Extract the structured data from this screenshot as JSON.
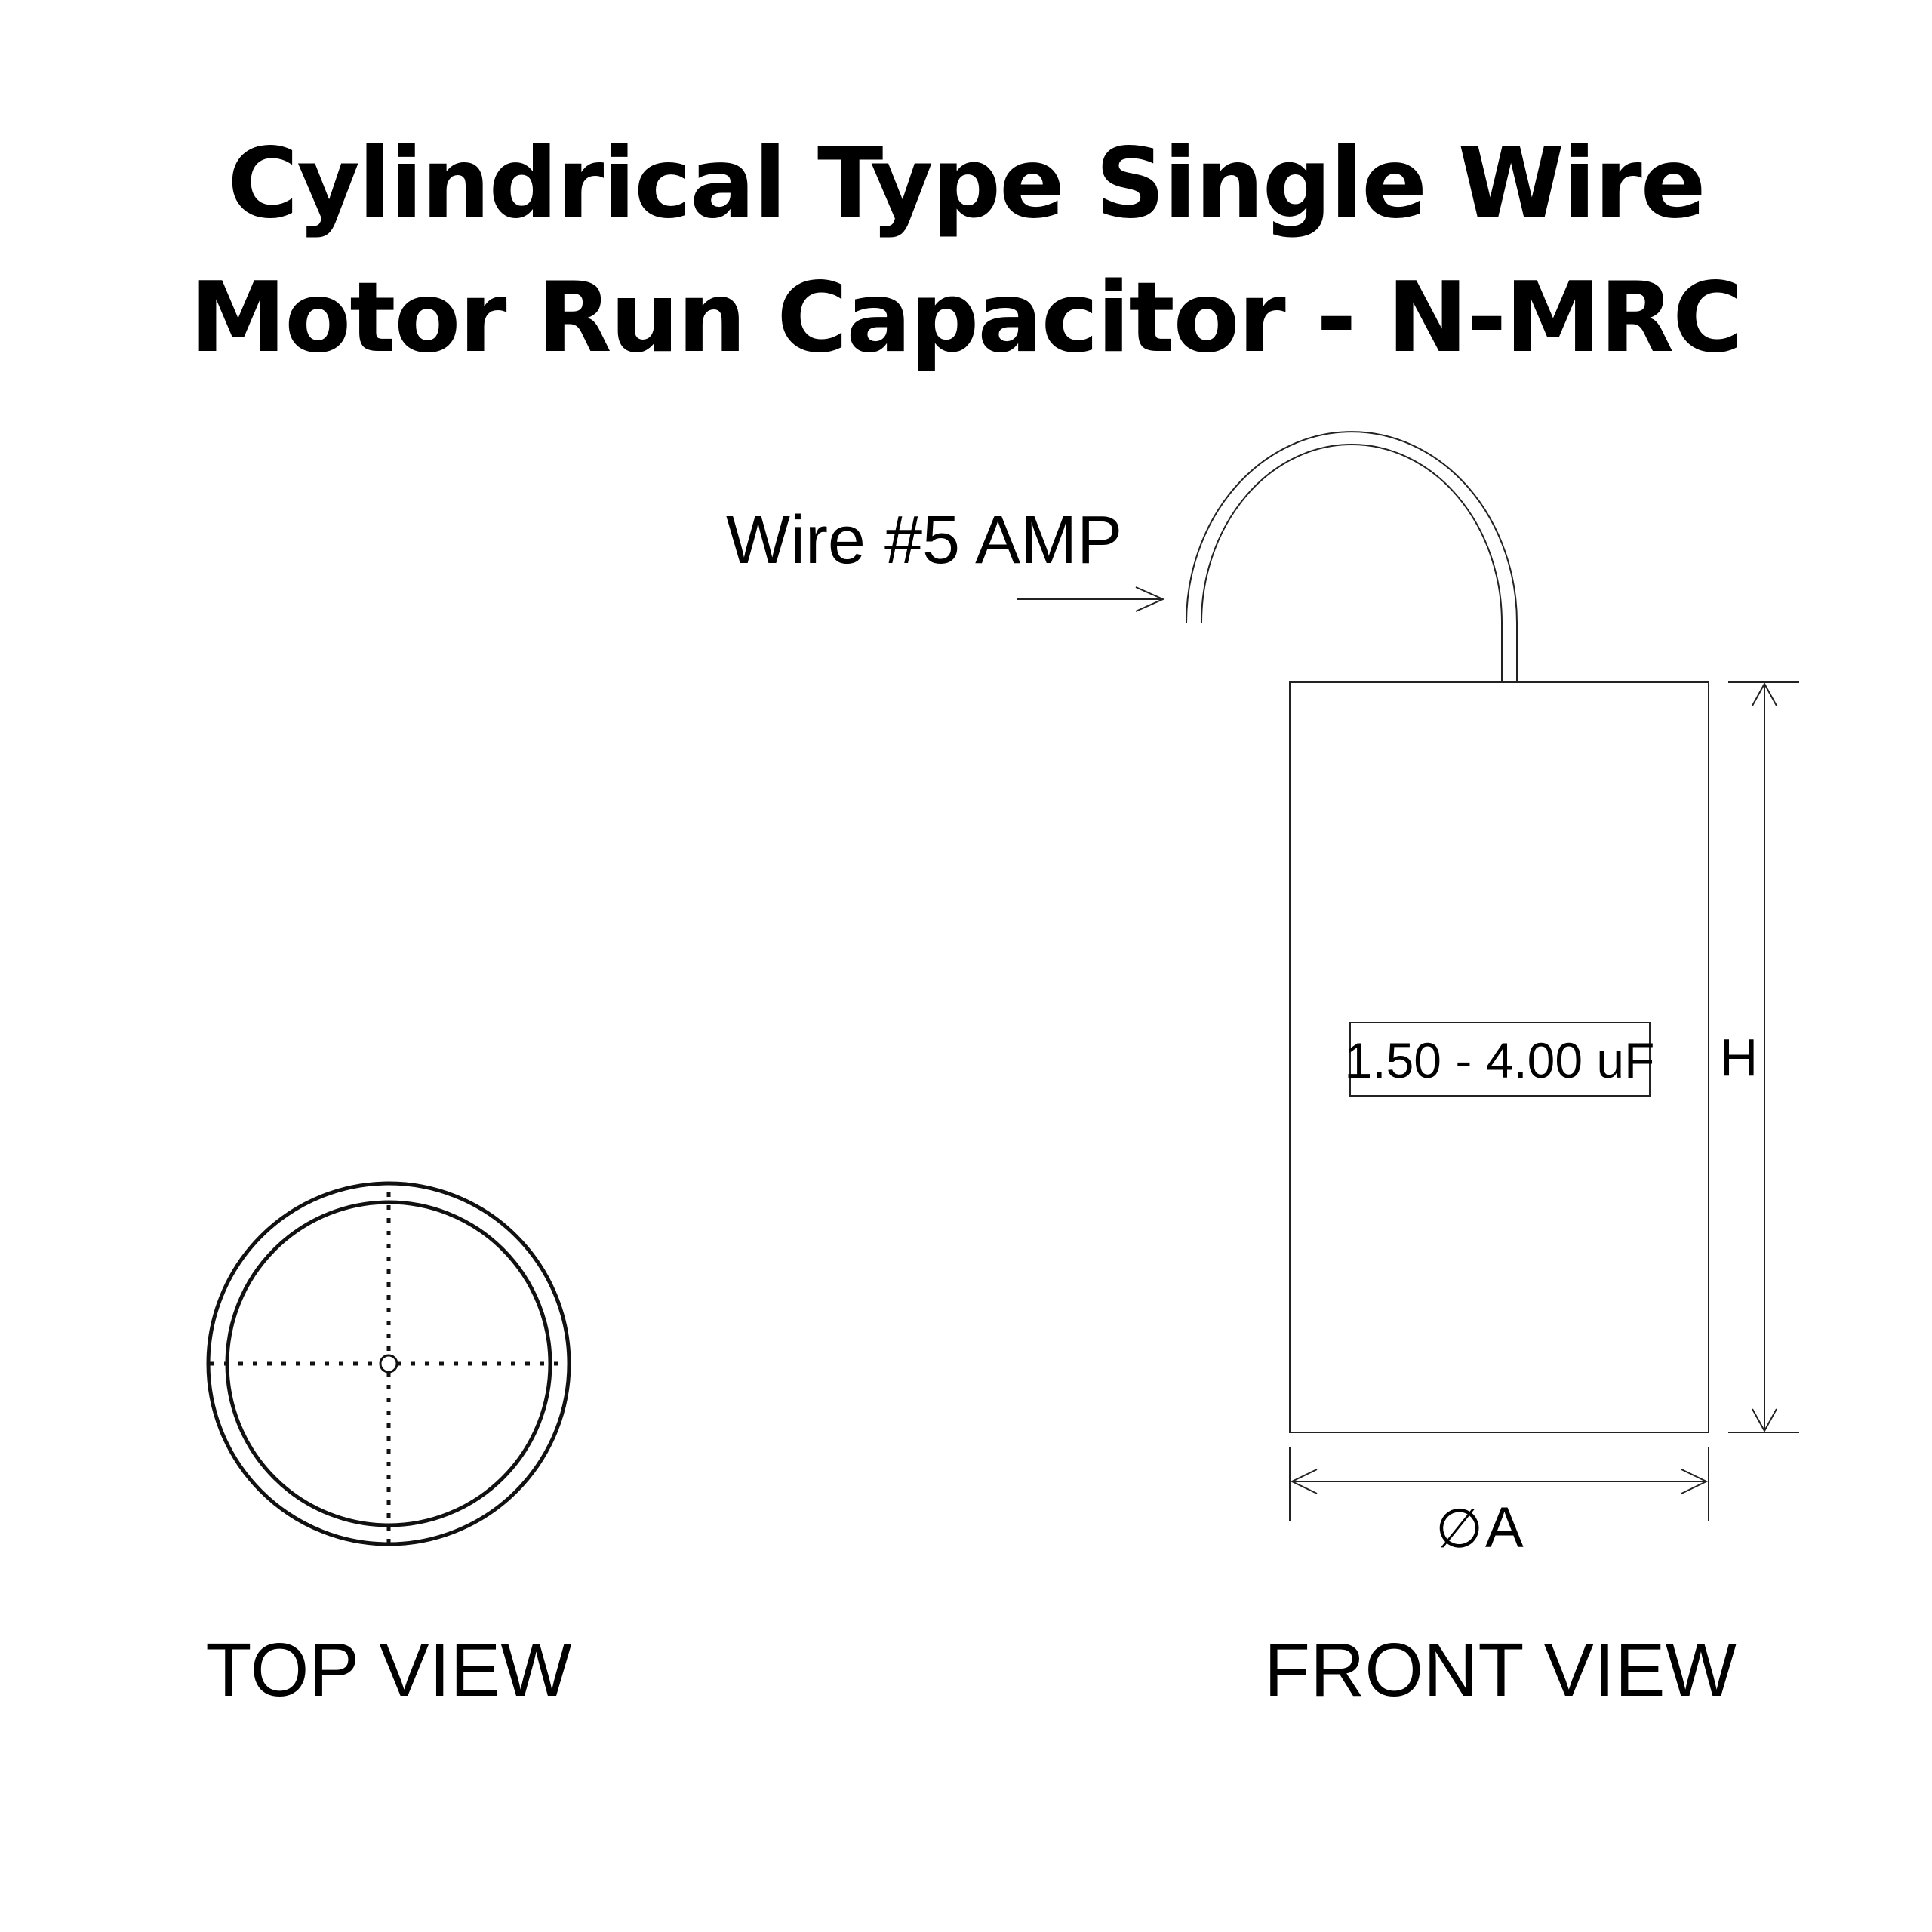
{
  "title": {
    "line1": "Cylindrical Type Single Wire",
    "line2": "Motor Run Capacitor - N-MRC"
  },
  "front_view": {
    "wire_label": "Wire #5 AMP",
    "capacitance_label": "1.50 - 4.00 uF",
    "height_label": "H",
    "diameter_symbol": "∅",
    "diameter_label": "A",
    "caption": "FRONT VIEW"
  },
  "top_view": {
    "caption": "TOP VIEW"
  }
}
